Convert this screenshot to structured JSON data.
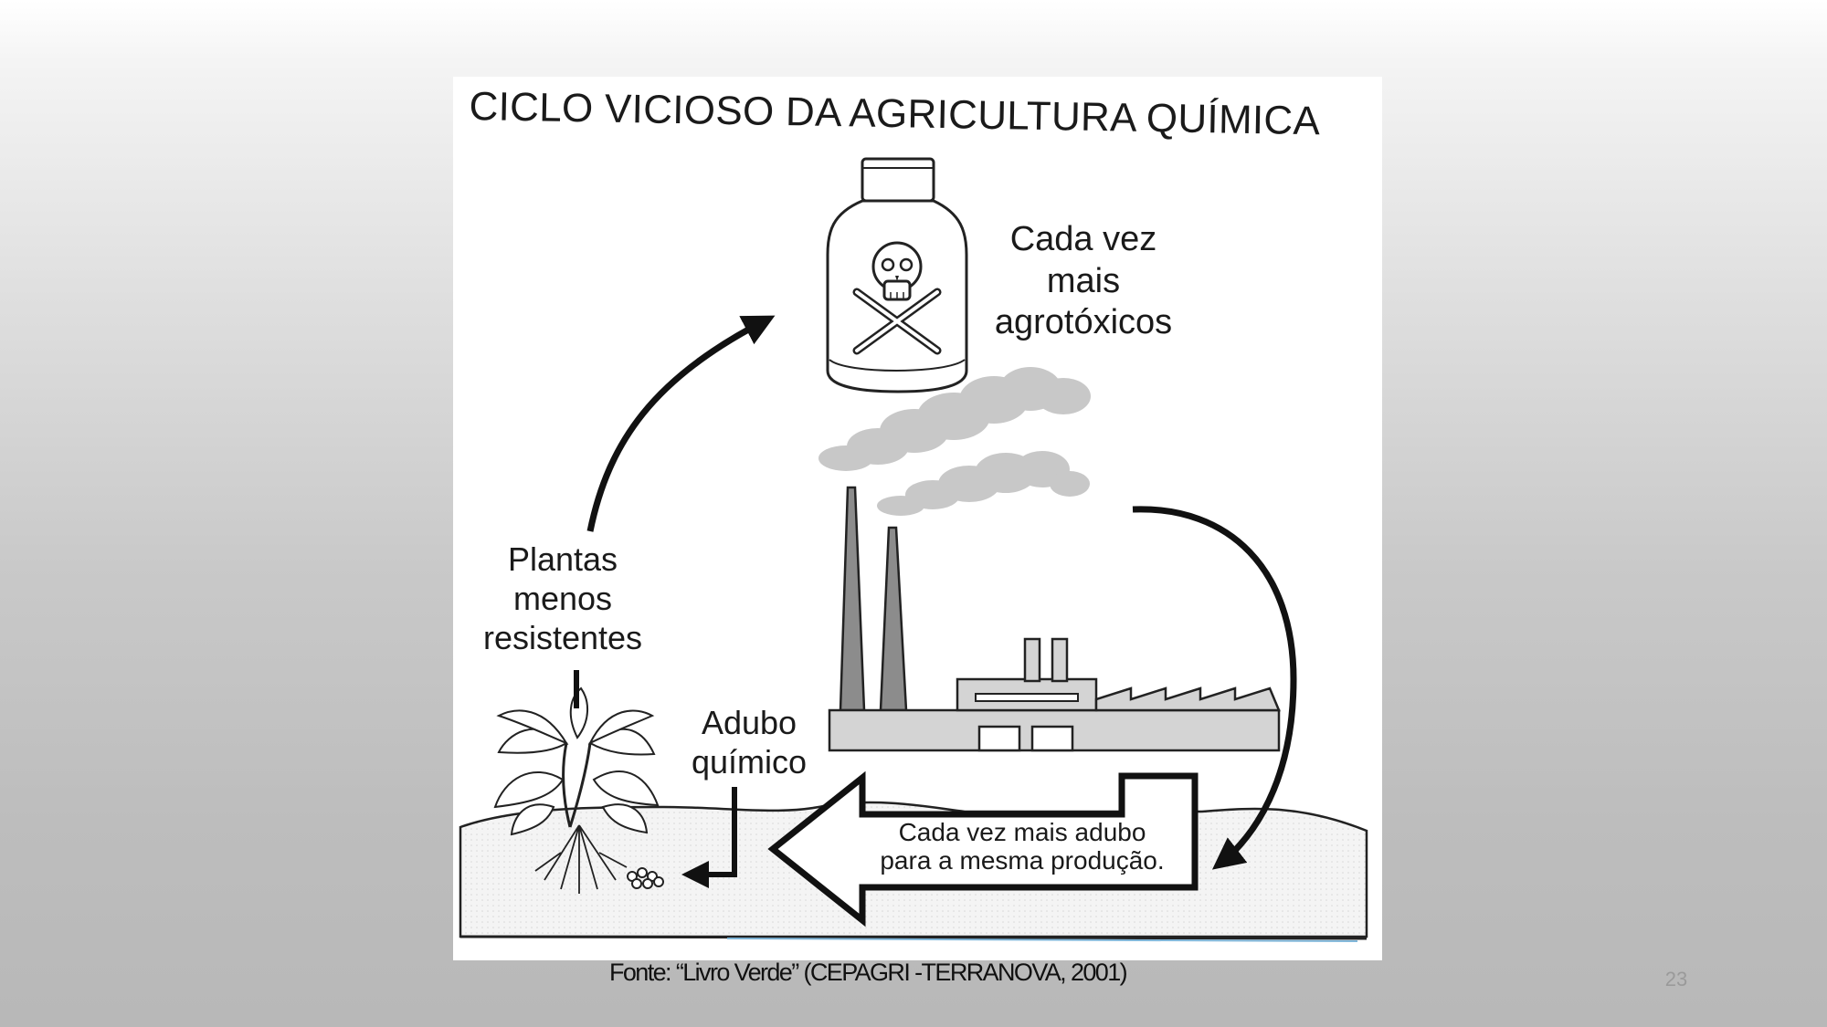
{
  "figure": {
    "title": "CICLO VICIOSO DA AGRICULTURA QUÍMICA",
    "label_agrotoxicos": "Cada vez\nmais\nagrotóxicos",
    "label_plantas": "Plantas\nmenos\nresistentes",
    "label_adubo": "Adubo\nquímico",
    "label_cada_vez_adubo": "Cada vez mais adubo\npara a mesma produção."
  },
  "caption": "Fonte: “Livro Verde” (CEPAGRI -TERRANOVA, 2001)",
  "page_number": "23"
}
